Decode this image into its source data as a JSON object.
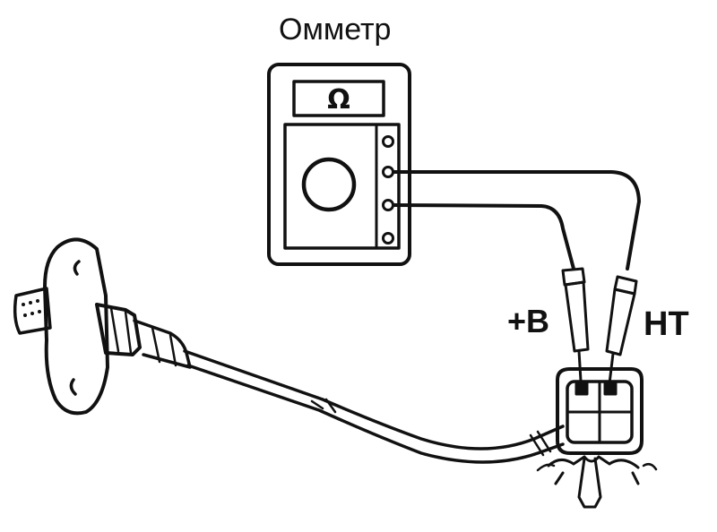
{
  "title": "Омметр",
  "display_symbol": "Ω",
  "probe_labels": {
    "positive": "+B",
    "ht": "HT"
  },
  "colors": {
    "ink": "#111111",
    "background": "#ffffff"
  }
}
